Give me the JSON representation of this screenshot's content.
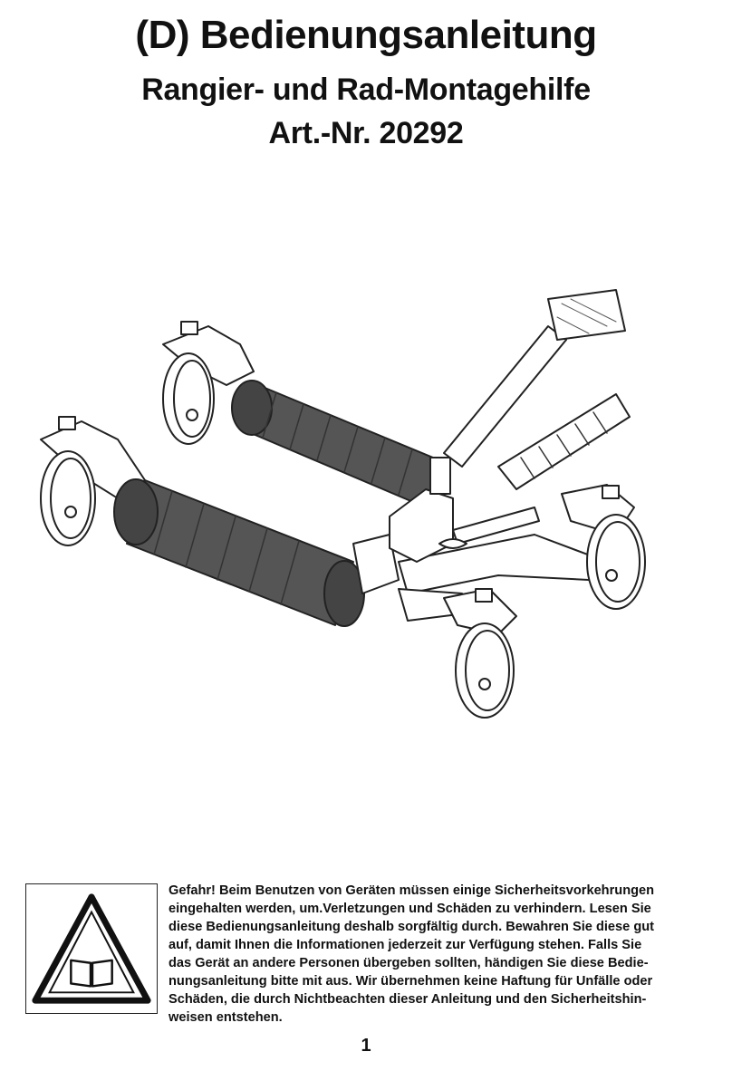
{
  "header": {
    "title": "(D) Bedienungsanleitung",
    "subtitle": "Rangier- und Rad-Montagehilfe",
    "article": "Art.-Nr. 20292"
  },
  "warning": {
    "icon": "read-manual-warning-icon",
    "lines": [
      "Gefahr!  Beim Benutzen von Geräten müssen einige Sicherheitsvorkehrungen",
      "eingehalten werden, um.Verletzungen und Schäden zu verhindern. Lesen Sie",
      "diese Bedienungsanleitung deshalb sorgfältig durch. Bewahren Sie diese gut",
      "auf, damit Ihnen die Informationen jederzeit zur Verfügung stehen. Falls Sie",
      "das Gerät an andere Personen übergeben sollten, händigen Sie diese Bedie-",
      "nungsanleitung bitte mit aus. Wir übernehmen keine Haftung für Unfälle oder",
      "Schäden, die durch Nichtbeachten dieser Anleitung und den Sicherheitshin-",
      "weisen entstehen."
    ]
  },
  "footer": {
    "page_number": "1"
  }
}
